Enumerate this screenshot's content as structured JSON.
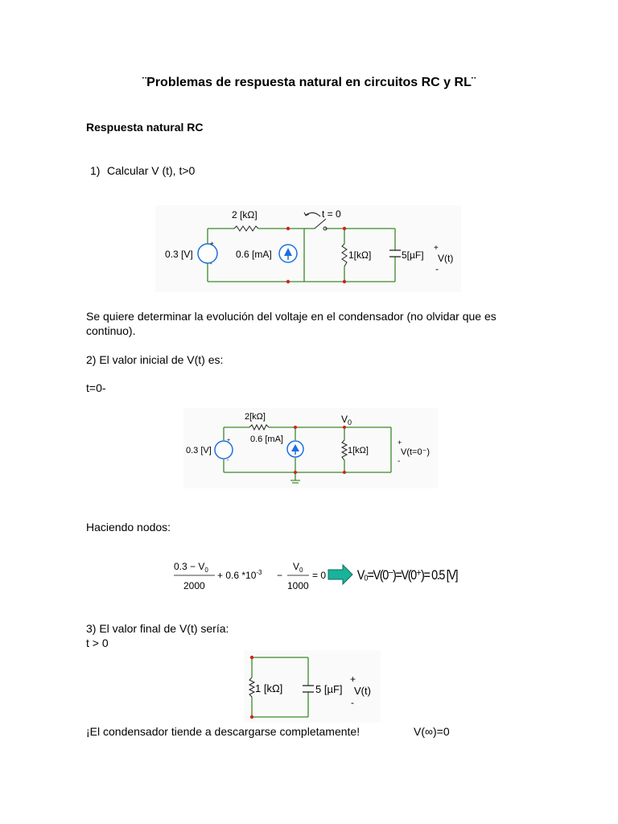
{
  "title": "¨Problemas de respuesta natural en circuitos RC y RL¨",
  "section_heading": "Respuesta natural RC",
  "problem1": {
    "label": "1)",
    "text": "Calcular V (t), t>0"
  },
  "circuit1": {
    "r_series": "2 [kΩ]",
    "switch_label": "t = 0",
    "v_source": "0.3 [V]",
    "i_source": "0.6 [mA]",
    "r_parallel": "1[kΩ]",
    "capacitor": "5[µF]",
    "v_label": "V(t)",
    "plus": "+",
    "minus": "-"
  },
  "paragraph1": "Se quiere determinar la evolución del voltaje en el condensador (no olvidar que es continuo).",
  "problem2": "2) El valor inicial de V(t) es:",
  "t0minus": "t=0-",
  "circuit2": {
    "r_series": "2[kΩ]",
    "node_label": "V",
    "node_sub": "0",
    "v_source": "0.3 [V]",
    "i_source": "0.6 [mA]",
    "r_parallel": "1[kΩ]",
    "v_label": "V(t=0⁻)",
    "plus": "+",
    "minus": "-"
  },
  "nodes_text": "Haciendo nodos:",
  "equation": {
    "n1": "0.3 − V",
    "n1_sub": "0",
    "d1": "2000",
    "middle": "+ 0.6 *10",
    "exp": "-3",
    "minus": "−",
    "n2": "V",
    "n2_sub": "0",
    "d2": "1000",
    "equals": "= 0",
    "result": "V₀=V(0⁻)=V(0⁺)= 0.5 [V]"
  },
  "problem3": "3) El valor final de V(t) sería:",
  "tgt0": "t > 0",
  "circuit3": {
    "r_parallel": "1 [kΩ]",
    "capacitor": "5 [µF]",
    "v_label": "V(t)",
    "plus": "+",
    "minus": "-"
  },
  "conclusion": "¡El condensador tiende a descargarse completamente!",
  "v_inf": "V(∞)=0",
  "colors": {
    "wire": "#3a8a2a",
    "node": "#d42020",
    "source": "#1e6fe0",
    "arrow": "#18b39a"
  }
}
